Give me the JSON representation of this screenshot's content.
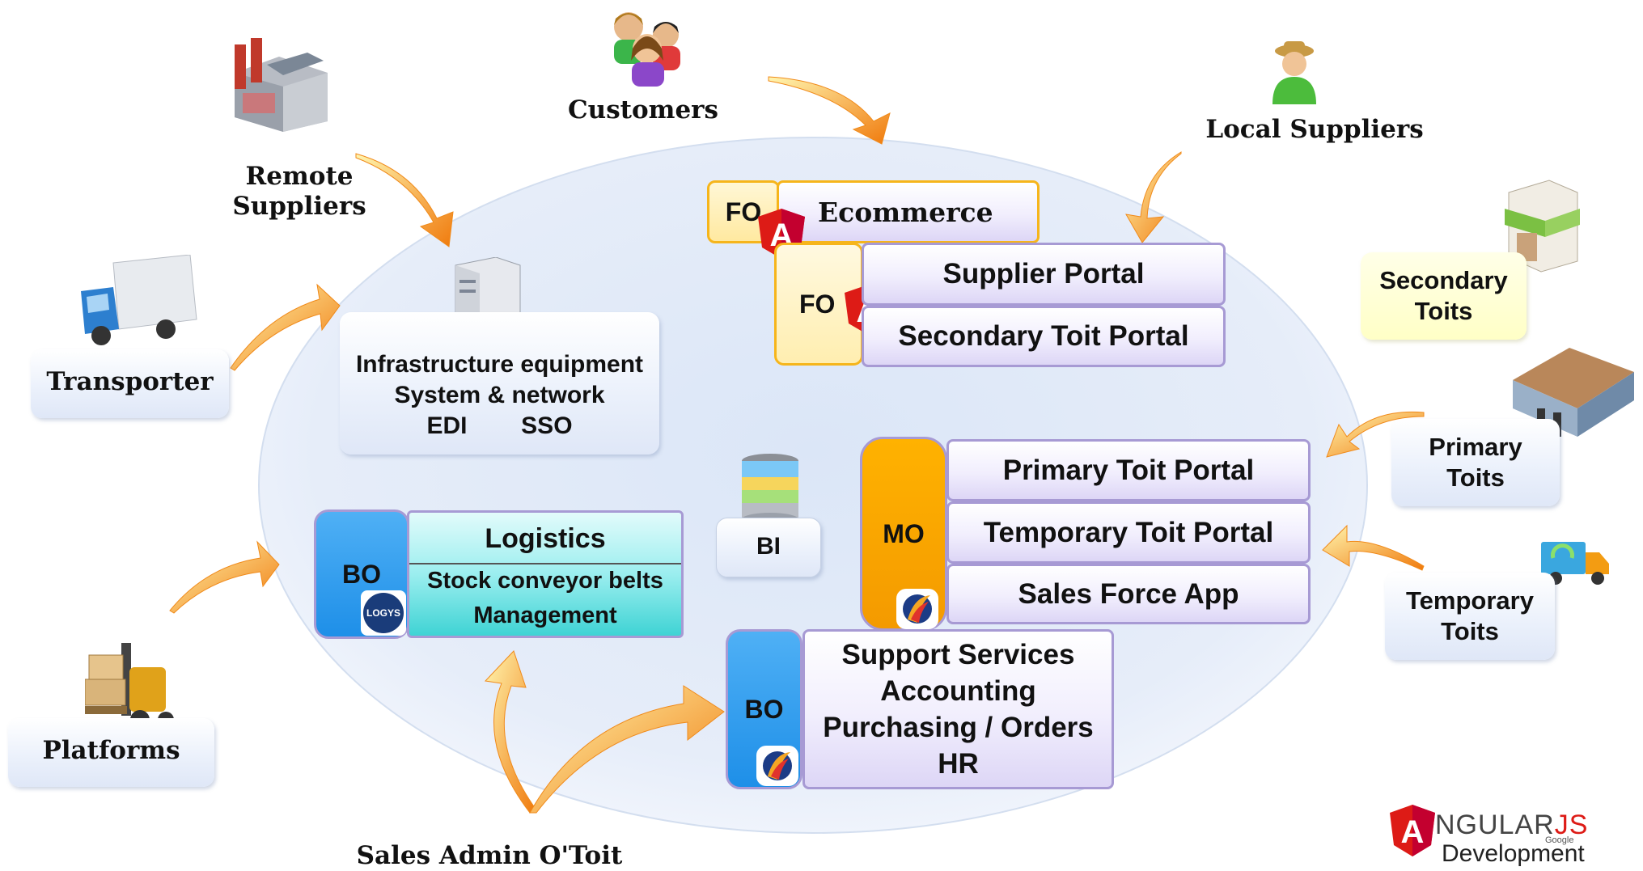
{
  "external": {
    "customers": "Customers",
    "local_suppliers": "Local Suppliers",
    "remote_suppliers_line1": "Remote",
    "remote_suppliers_line2": "Suppliers",
    "transporter": "Transporter",
    "platforms": "Platforms",
    "sales_admin": "Sales Admin O'Toit",
    "secondary_toits_line1": "Secondary",
    "secondary_toits_line2": "Toits",
    "primary_toits_line1": "Primary",
    "primary_toits_line2": "Toits",
    "temporary_toits_line1": "Temporary",
    "temporary_toits_line2": "Toits"
  },
  "front_office": {
    "tag": "FO",
    "ecommerce": "Ecommerce",
    "supplier_portal": "Supplier Portal",
    "secondary_toit_portal": "Secondary Toit Portal"
  },
  "infrastructure": {
    "line1": "Infrastructure equipment",
    "line2": "System & network",
    "edi": "EDI",
    "sso": "SSO"
  },
  "middle_office": {
    "tag": "MO",
    "primary_toit_portal": "Primary Toit Portal",
    "temporary_toit_portal": "Temporary Toit Portal",
    "sales_force_app": "Sales Force App"
  },
  "bi": {
    "label": "BI"
  },
  "back_office_logistics": {
    "tag": "BO",
    "logo": "LOGYS",
    "title": "Logistics",
    "line1": "Stock conveyor belts",
    "line2": "Management"
  },
  "back_office_support": {
    "tag": "BO",
    "line1": "Support Services",
    "line2": "Accounting",
    "line3": "Purchasing / Orders",
    "line4": "HR"
  },
  "brand": {
    "name_main": "NGULAR",
    "name_js": "JS",
    "sub": "Development",
    "google": "Google"
  },
  "colors": {
    "ellipse": "#e4ecf8",
    "orange_tag": "#f6a100",
    "blue_tag": "#1e8fe8",
    "lavender_border": "#a79ad4",
    "angular_red": "#dd1b16",
    "arrow_orange": "#f38a10"
  }
}
